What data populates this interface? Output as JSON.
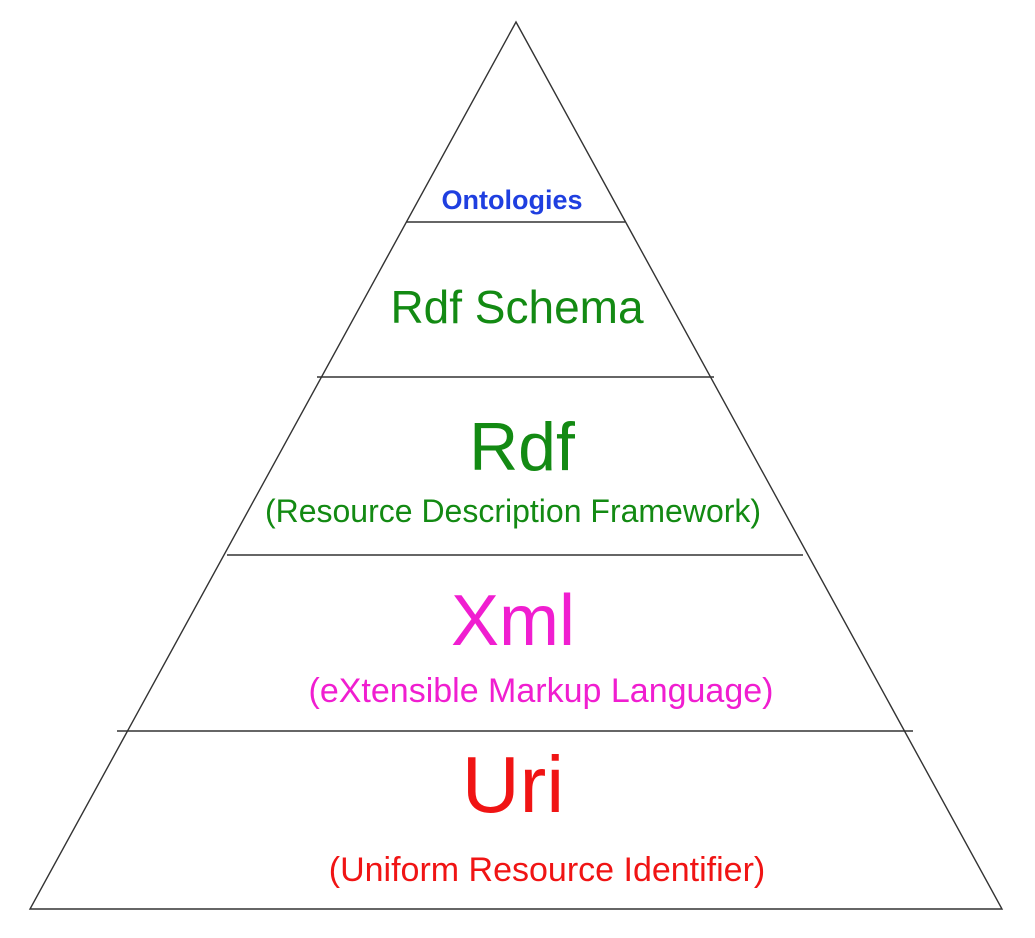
{
  "diagram": {
    "layers": [
      {
        "id": "ontologies",
        "title": "Ontologies",
        "subtitle": "",
        "color": "#1f3fe0",
        "bold": true
      },
      {
        "id": "rdf-schema",
        "title": "Rdf Schema",
        "subtitle": "",
        "color": "#f07437",
        "bold": false
      },
      {
        "id": "rdf",
        "title": "Rdf",
        "subtitle": "(Resource Description Framework)",
        "color": "#138a13",
        "bold": false
      },
      {
        "id": "xml",
        "title": "Xml",
        "subtitle": "(eXtensible Markup Language)",
        "color": "#f01ed0",
        "bold": false
      },
      {
        "id": "uri",
        "title": "Uri",
        "subtitle": "(Uniform Resource Identifier)",
        "color": "#f01414",
        "bold": false
      }
    ],
    "line_color": "#333333"
  }
}
